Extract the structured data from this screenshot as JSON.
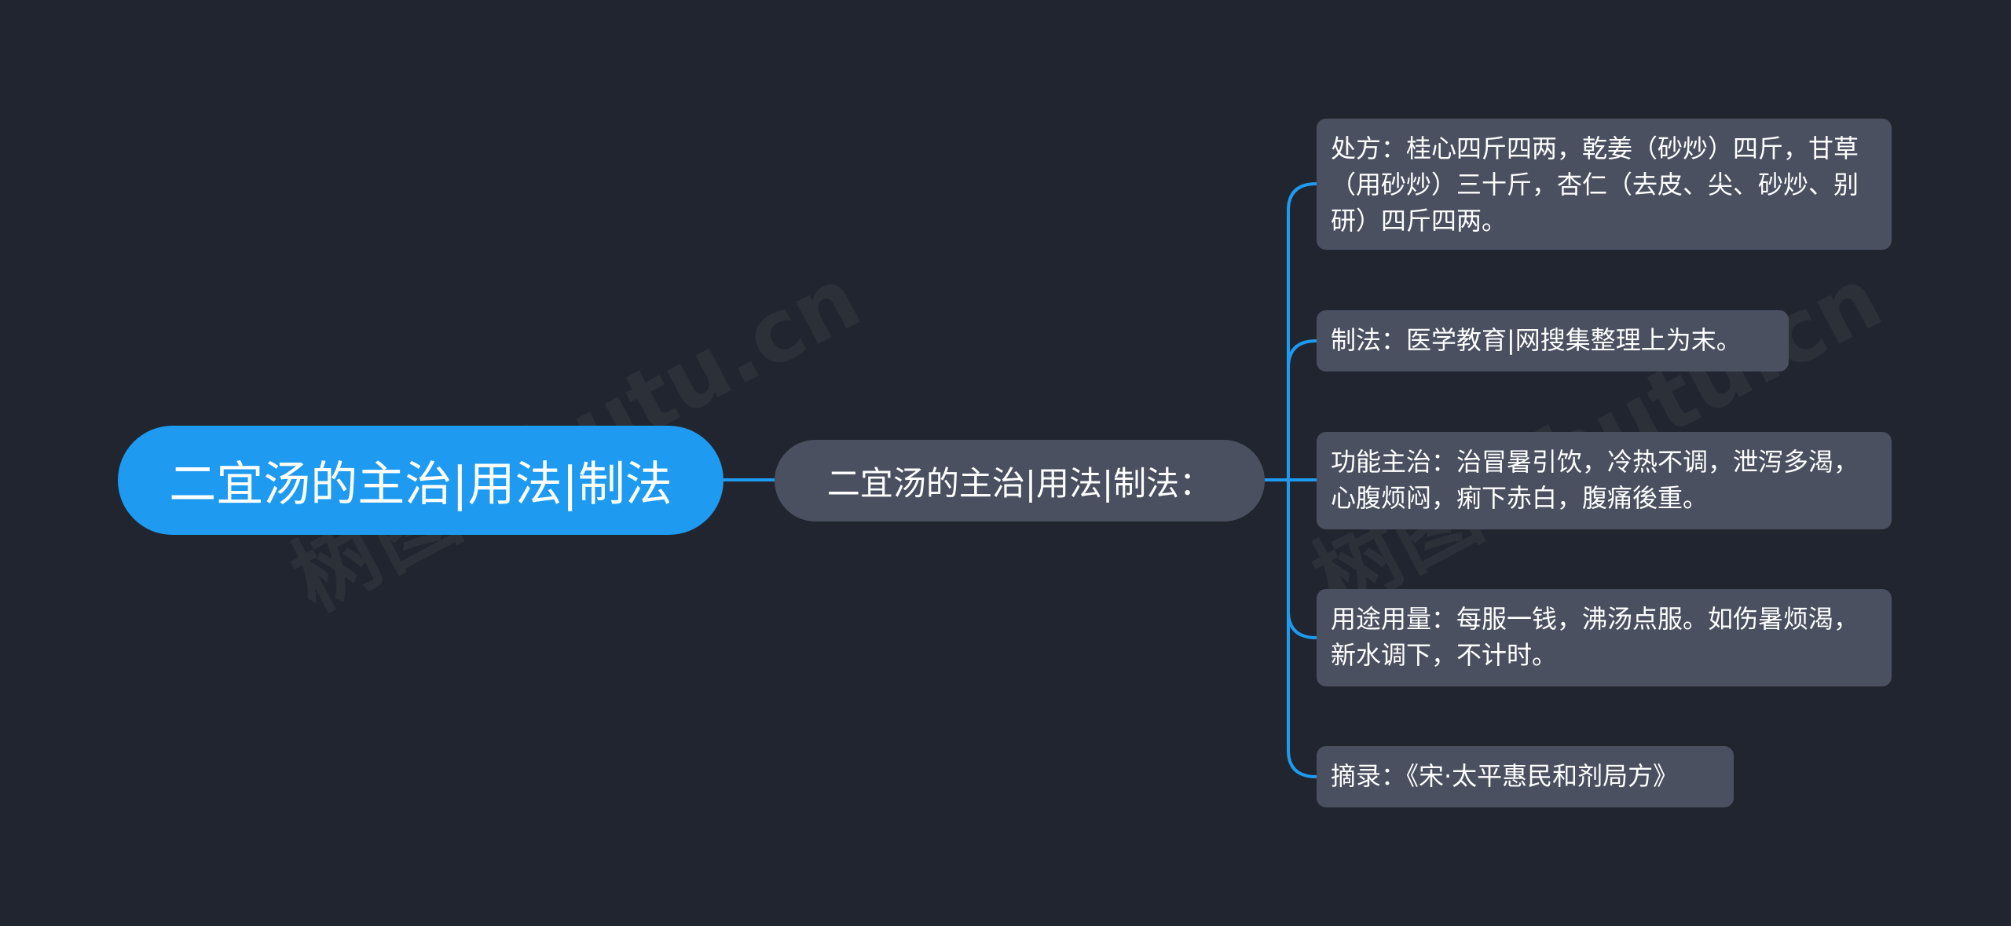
{
  "root": {
    "label": "二宜汤的主治|用法|制法"
  },
  "branch": {
    "label": "二宜汤的主治|用法|制法："
  },
  "leaves": [
    {
      "text": "处方：桂心四斤四两，乾姜（砂炒）四斤，甘草（用砂炒）三十斤，杏仁（去皮、尖、砂炒、别研）四斤四两。"
    },
    {
      "text": "制法：医学教育|网搜集整理上为末。"
    },
    {
      "text": "功能主治：治冒暑引饮，冷热不调，泄泻多渴，心腹烦闷，痢下赤白，腹痛後重。"
    },
    {
      "text": "用途用量：每服一钱，沸汤点服。如伤暑烦渴，新水调下，不计时。"
    },
    {
      "text": "摘录：《宋·太平惠民和剂局方》"
    }
  ],
  "watermark": {
    "text": "树图 shutu.cn"
  },
  "colors": {
    "background": "#21252f",
    "root_fill": "#1e9bf0",
    "node_fill": "#4a5060",
    "connector": "#1e9bf0",
    "text": "#ffffff"
  }
}
